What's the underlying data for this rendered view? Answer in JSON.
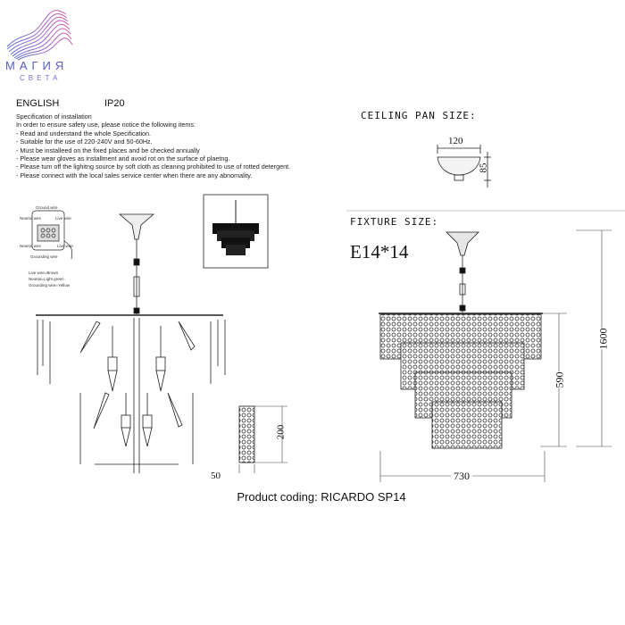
{
  "brand": {
    "name": "МАГИЯ",
    "tagline": "СВЕТА",
    "colors": {
      "primary": "#6a5cc8",
      "accent": "#d060b8"
    }
  },
  "header": {
    "language": "ENGLISH",
    "ip_rating": "IP20"
  },
  "spec": {
    "title": "Specification of installation",
    "intro": "In order to ensure safety use, please notice the following items:",
    "items": [
      "- Read and understand the whole Specification.",
      "- Suitable for the use of 220-240V and 50-60Hz.",
      "- Must be installeed on the fixed places and be checked annually",
      "- Please wear gloves as installment and avoid rot on the surface of plaetng.",
      "- Please tum off the lighitng source by soft cloth as cleaning prohibited to use of rotted detergent.",
      "- Please connect with the local sales service center when there are any abnomality."
    ]
  },
  "wiring": {
    "ground_top": "Ground wire",
    "neutral_top": "Neutral wire",
    "live_top": "Live wire",
    "neutral_bottom": "Neutral wire",
    "live_bottom": "Live wire",
    "ground_bottom": "Grounding wire",
    "legend": [
      "Live wire=Brown",
      "Neutral=Light green",
      "Grounding wire=Yellow"
    ]
  },
  "panel": {
    "height": "200",
    "width": "50"
  },
  "ceiling_pan": {
    "label": "CEILING PAN SIZE:",
    "width": "120",
    "height": "85"
  },
  "fixture": {
    "label": "FIXTURE SIZE:",
    "bulbs": "E14*14",
    "total_height": "1600",
    "body_height": "590",
    "width": "730"
  },
  "product": {
    "coding": "Product coding: RICARDO SP14"
  }
}
